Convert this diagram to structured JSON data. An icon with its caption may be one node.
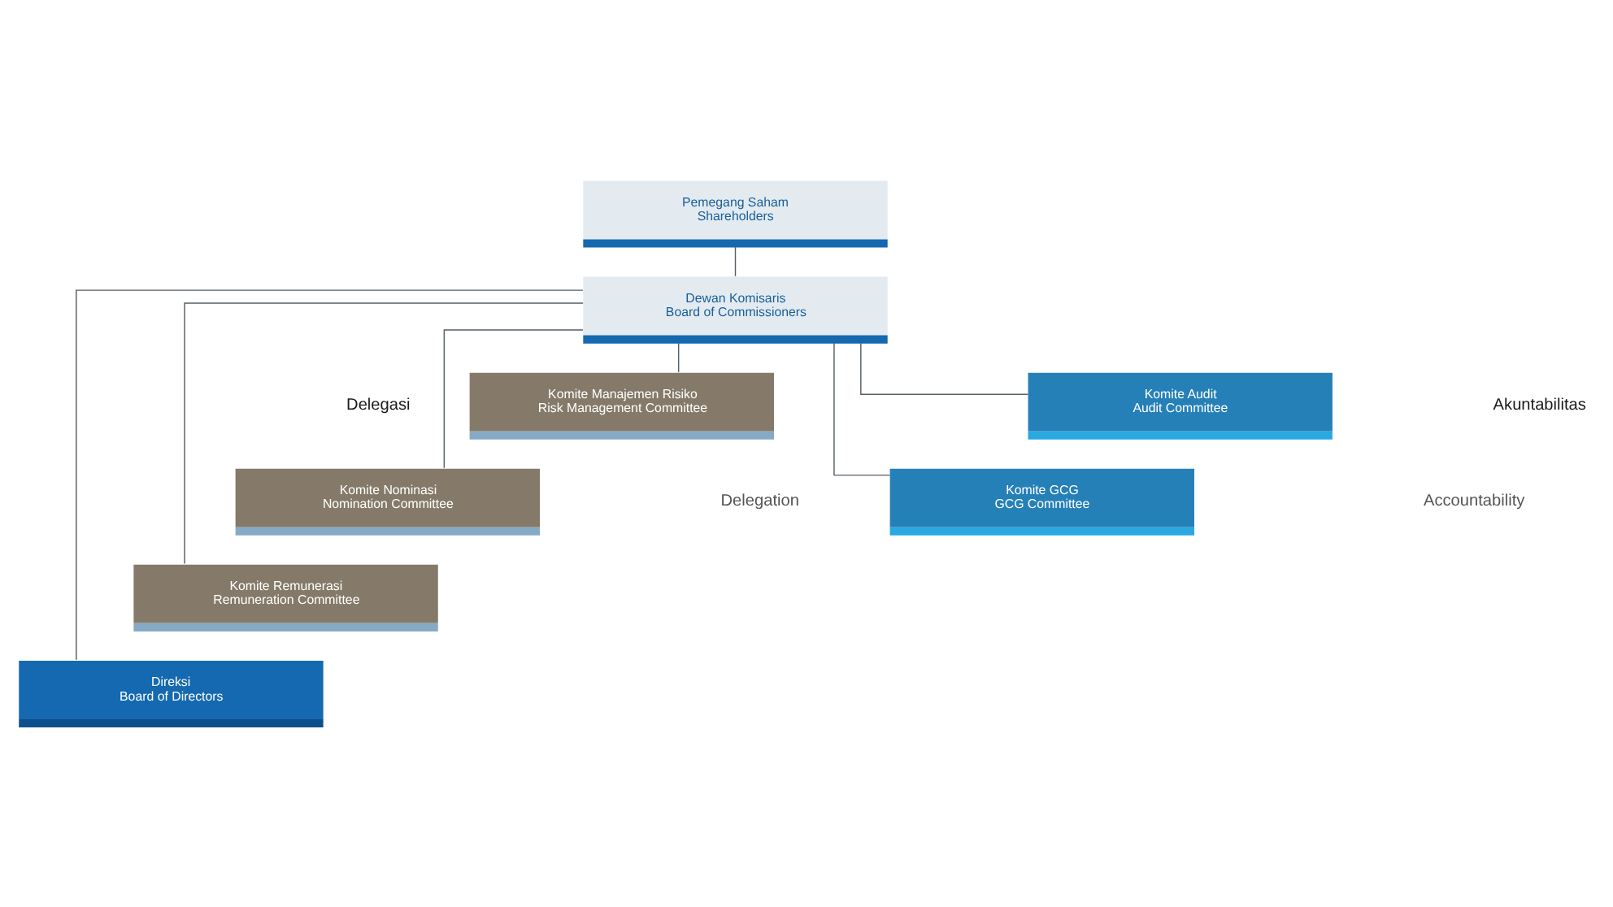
{
  "diagram": {
    "nodes": [
      {
        "text": [
          "Pemegang Saham",
          "Shareholders"
        ]
      },
      {
        "text": [
          "Dewan Komisaris",
          "Board of Commissioners"
        ]
      },
      {
        "text": [
          "Komite Manajemen Risiko",
          "Risk Management Committee"
        ]
      },
      {
        "text": [
          "Komite Nominasi",
          "Nomination Committee"
        ]
      },
      {
        "text": [
          "Komite Remunerasi",
          "Remuneration Committee"
        ]
      },
      {
        "text": [
          "Komite Audit",
          "Audit Committee"
        ]
      },
      {
        "text": [
          "Komite GCG",
          "GCG Committee"
        ]
      },
      {
        "text": [
          "Direksi",
          "Board of Directors"
        ]
      }
    ],
    "edges": [
      {
        "from": 0,
        "to": 1,
        "arrow": "none"
      },
      {
        "from": 1,
        "to": 2,
        "arrow": "none"
      },
      {
        "from": 1,
        "to": 3,
        "arrow": "none"
      },
      {
        "from": 1,
        "to": 4,
        "arrow": "none"
      },
      {
        "from": 1,
        "to": 5,
        "arrow": "none"
      },
      {
        "from": 1,
        "to": 6,
        "arrow": "none"
      },
      {
        "from": 1,
        "to": 7,
        "arrow": "none"
      }
    ],
    "labels": [
      "Delegasi",
      "Delegation",
      "Akuntabilitas",
      "Accountability"
    ]
  }
}
